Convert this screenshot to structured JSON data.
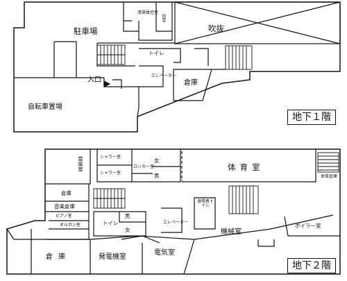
{
  "floors": {
    "b1": {
      "title": "地下１階",
      "rooms": {
        "parking": "駐車場",
        "cleaner_room": "清掃員控室",
        "control_room": "控室",
        "atrium": "吹抜",
        "toilet": "トイレ",
        "entrance": "入口",
        "elevator": "エレベーター",
        "storage": "倉庫",
        "bicycle_parking": "自転車置場"
      }
    },
    "b2": {
      "title": "地下２階",
      "rooms": {
        "music_room": "音楽室",
        "shower_1": "シャワー室",
        "shower_2": "シャワー室",
        "locker_room": "ロッカー室",
        "women_1": "女",
        "men_1": "男",
        "gym": "体育室",
        "gym_storage": "体育倉庫",
        "storage_small": "倉庫",
        "music_storage": "音楽倉庫",
        "piano_room": "ピアノ室",
        "organ_room": "オルガン室",
        "men_2": "男",
        "toilet": "トイレ",
        "women_2": "女",
        "elevator": "エレベーター",
        "accessible_toilet": "身障者トイレ",
        "machine_room": "機械室",
        "boiler_room": "ボイラー室",
        "storage_large": "倉庫",
        "generator_room": "発電機室",
        "electrical_room": "電気室"
      }
    }
  }
}
